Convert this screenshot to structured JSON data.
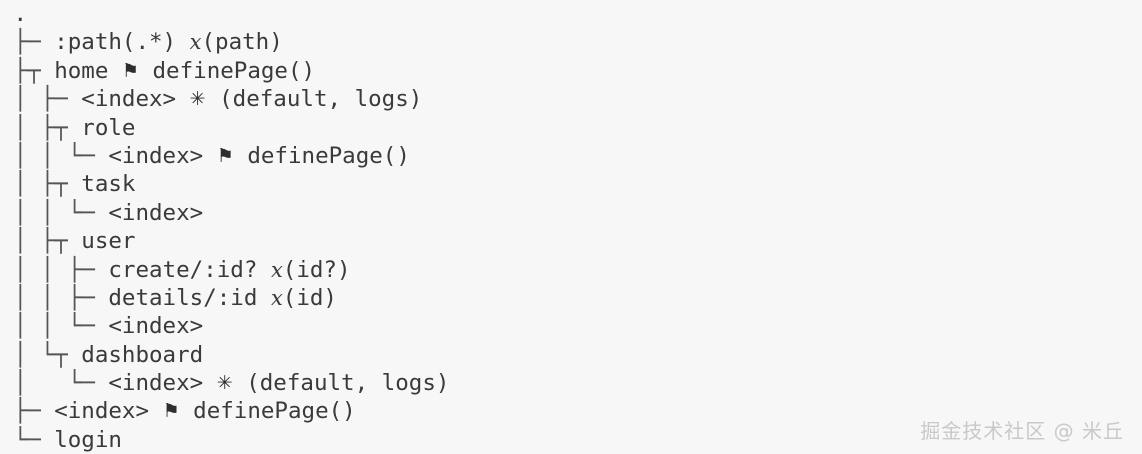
{
  "background_color": "#f7f7f7",
  "text_color": "#3c3c3c",
  "branch_color": "#555555",
  "watermark_color": "#c9c9c9",
  "icons": {
    "flag": "⚑",
    "asterisk": "✳",
    "flag_name": "flag-icon",
    "asterisk_name": "asterisk-icon"
  },
  "tree": {
    "root": ".",
    "rows": [
      {
        "gutter": " ",
        "label": ".",
        "marker": "",
        "param": "",
        "paramtail": ""
      },
      {
        "gutter": " ├─ ",
        "label": ":path(.*)",
        "marker": "",
        "param": "x",
        "paramtail": "(path)"
      },
      {
        "gutter": " ├┬ ",
        "label": "home",
        "marker": "⚑",
        "param": "",
        "paramtail": "definePage()"
      },
      {
        "gutter": " │ ├─ ",
        "label": "<index>",
        "marker": "✳",
        "param": "",
        "paramtail": "(default, logs)"
      },
      {
        "gutter": " │ ├┬ ",
        "label": "role",
        "marker": "",
        "param": "",
        "paramtail": ""
      },
      {
        "gutter": " │ │ └─ ",
        "label": "<index>",
        "marker": "⚑",
        "param": "",
        "paramtail": "definePage()"
      },
      {
        "gutter": " │ ├┬ ",
        "label": "task",
        "marker": "",
        "param": "",
        "paramtail": ""
      },
      {
        "gutter": " │ │ └─ ",
        "label": "<index>",
        "marker": "",
        "param": "",
        "paramtail": ""
      },
      {
        "gutter": " │ ├┬ ",
        "label": "user",
        "marker": "",
        "param": "",
        "paramtail": ""
      },
      {
        "gutter": " │ │ ├─ ",
        "label": "create/:id?",
        "marker": "",
        "param": "x",
        "paramtail": "(id?)"
      },
      {
        "gutter": " │ │ ├─ ",
        "label": "details/:id",
        "marker": "",
        "param": "x",
        "paramtail": "(id)"
      },
      {
        "gutter": " │ │ └─ ",
        "label": "<index>",
        "marker": "",
        "param": "",
        "paramtail": ""
      },
      {
        "gutter": " │ └┬ ",
        "label": "dashboard",
        "marker": "",
        "param": "",
        "paramtail": ""
      },
      {
        "gutter": " │   └─ ",
        "label": "<index>",
        "marker": "✳",
        "param": "",
        "paramtail": "(default, logs)"
      },
      {
        "gutter": " ├─ ",
        "label": "<index>",
        "marker": "⚑",
        "param": "",
        "paramtail": "definePage()"
      },
      {
        "gutter": " └─ ",
        "label": "login",
        "marker": "",
        "param": "",
        "paramtail": ""
      }
    ]
  },
  "watermark": {
    "text": "掘金技术社区 @ 米丘"
  }
}
